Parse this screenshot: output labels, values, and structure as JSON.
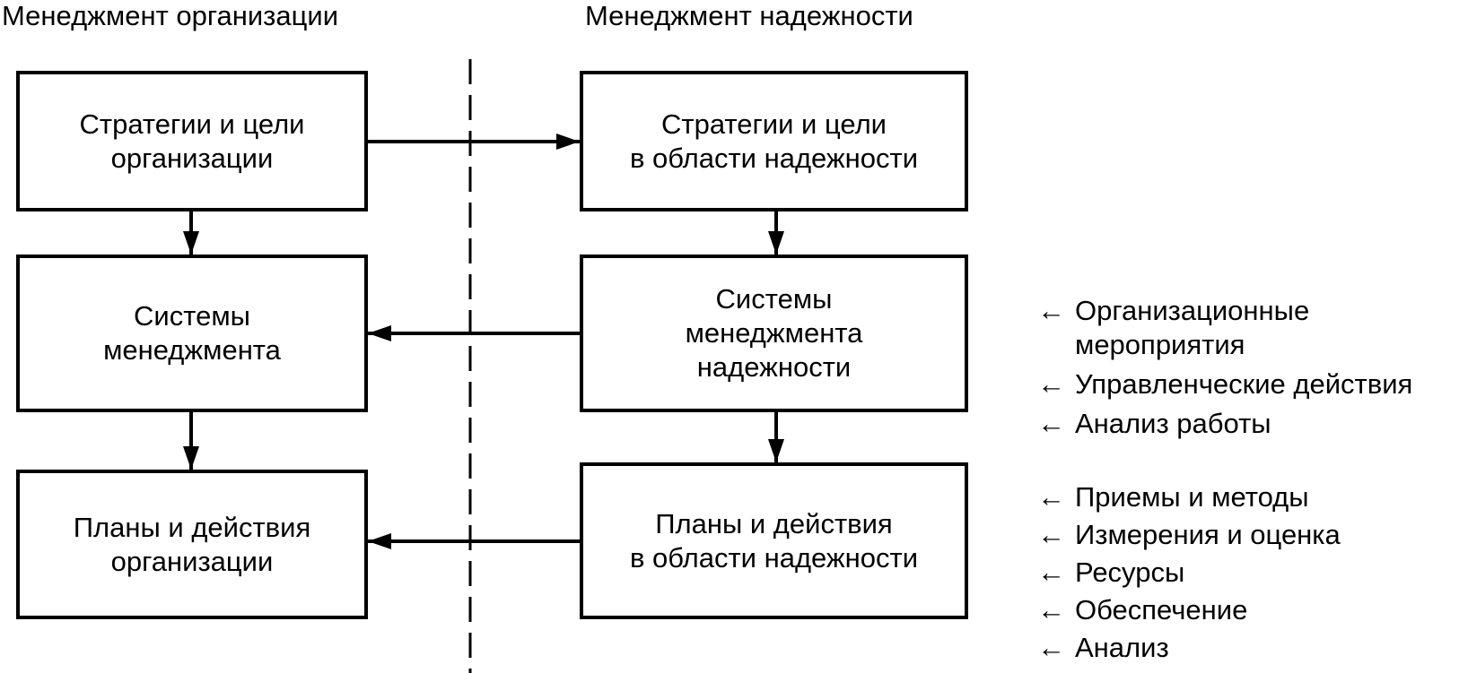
{
  "headings": {
    "left": "Менеджмент организации",
    "right": "Менеджмент надежности"
  },
  "boxes": {
    "org_strategy": "Стратегии и цели\nорганизации",
    "org_systems": "Системы\nменеджмента",
    "org_plans": "Планы и действия\nорганизации",
    "rel_strategy": "Стратегии и цели\nв области надежности",
    "rel_systems": "Системы\nменеджмента\nнадежности",
    "rel_plans": "Планы и действия\nв области надежности"
  },
  "inputs": {
    "arrow": "←",
    "systems": [
      "Организационные\nмероприятия",
      "Управленческие действия",
      "Анализ работы"
    ],
    "plans": [
      "Приемы и методы",
      "Измерения и оценка",
      "Ресурсы",
      "Обеспечение",
      "Анализ"
    ]
  },
  "colors": {
    "line": "#000000",
    "background": "#ffffff"
  }
}
